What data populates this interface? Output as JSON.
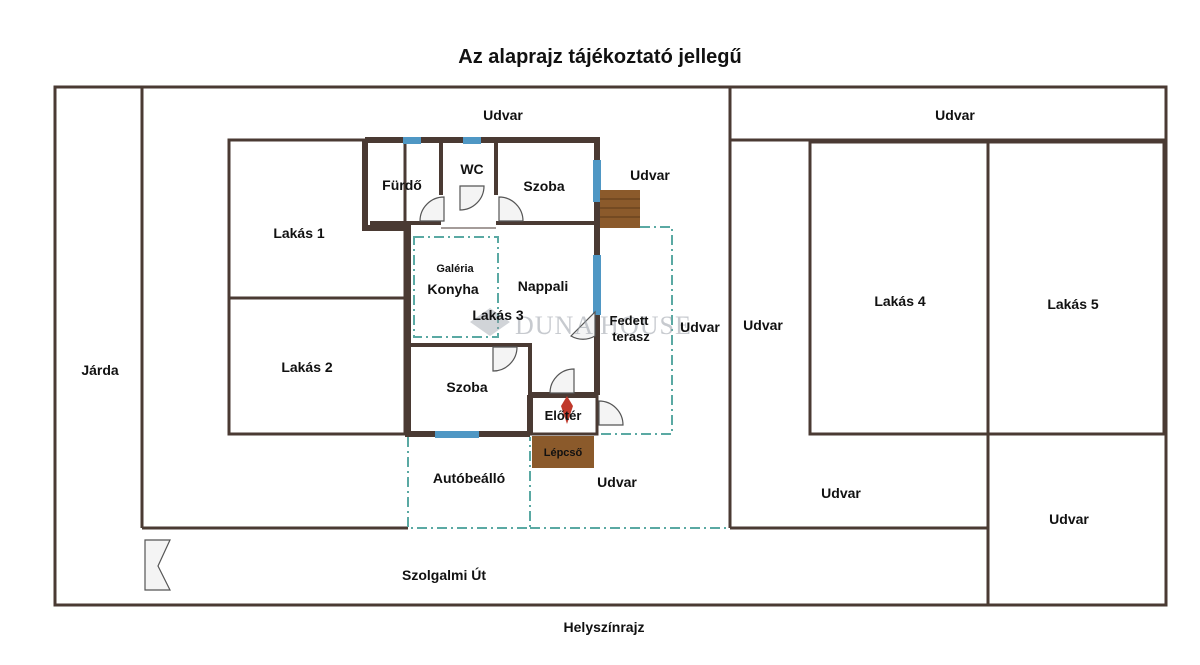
{
  "title": "Az alaprajz tájékoztató jellegű",
  "caption": "Helyszínrajz",
  "watermark": "DUNA HOUSE",
  "colors": {
    "wall": "#4a3a33",
    "window": "#4f97c4",
    "terrace_dash": "#5aa9a3",
    "stairs": "#8b5a2b",
    "door_arrow": "#c0392b"
  },
  "labels": {
    "udvar_top": "Udvar",
    "udvar_right_top": "Udvar",
    "udvar_beside_house": "Udvar",
    "udvar_terrace": "Udvar",
    "udvar_mid": "Udvar",
    "udvar_bottom": "Udvar",
    "udvar_lower_right1": "Udvar",
    "udvar_lower_right2": "Udvar",
    "jarda": "Járda",
    "lakas1": "Lakás 1",
    "lakas2": "Lakás 2",
    "lakas3": "Lakás 3",
    "lakas4": "Lakás 4",
    "lakas5": "Lakás 5",
    "furdo": "Fürdő",
    "wc": "WC",
    "szoba_top": "Szoba",
    "szoba_bottom": "Szoba",
    "galeria": "Galéria",
    "konyha": "Konyha",
    "nappali": "Nappali",
    "fedett": "Fedett",
    "terasz": "terasz",
    "eloter": "Előtér",
    "lepcso": "Lépcső",
    "autobeallo": "Autóbeálló",
    "szolgalmi_ut": "Szolgalmi Út"
  }
}
